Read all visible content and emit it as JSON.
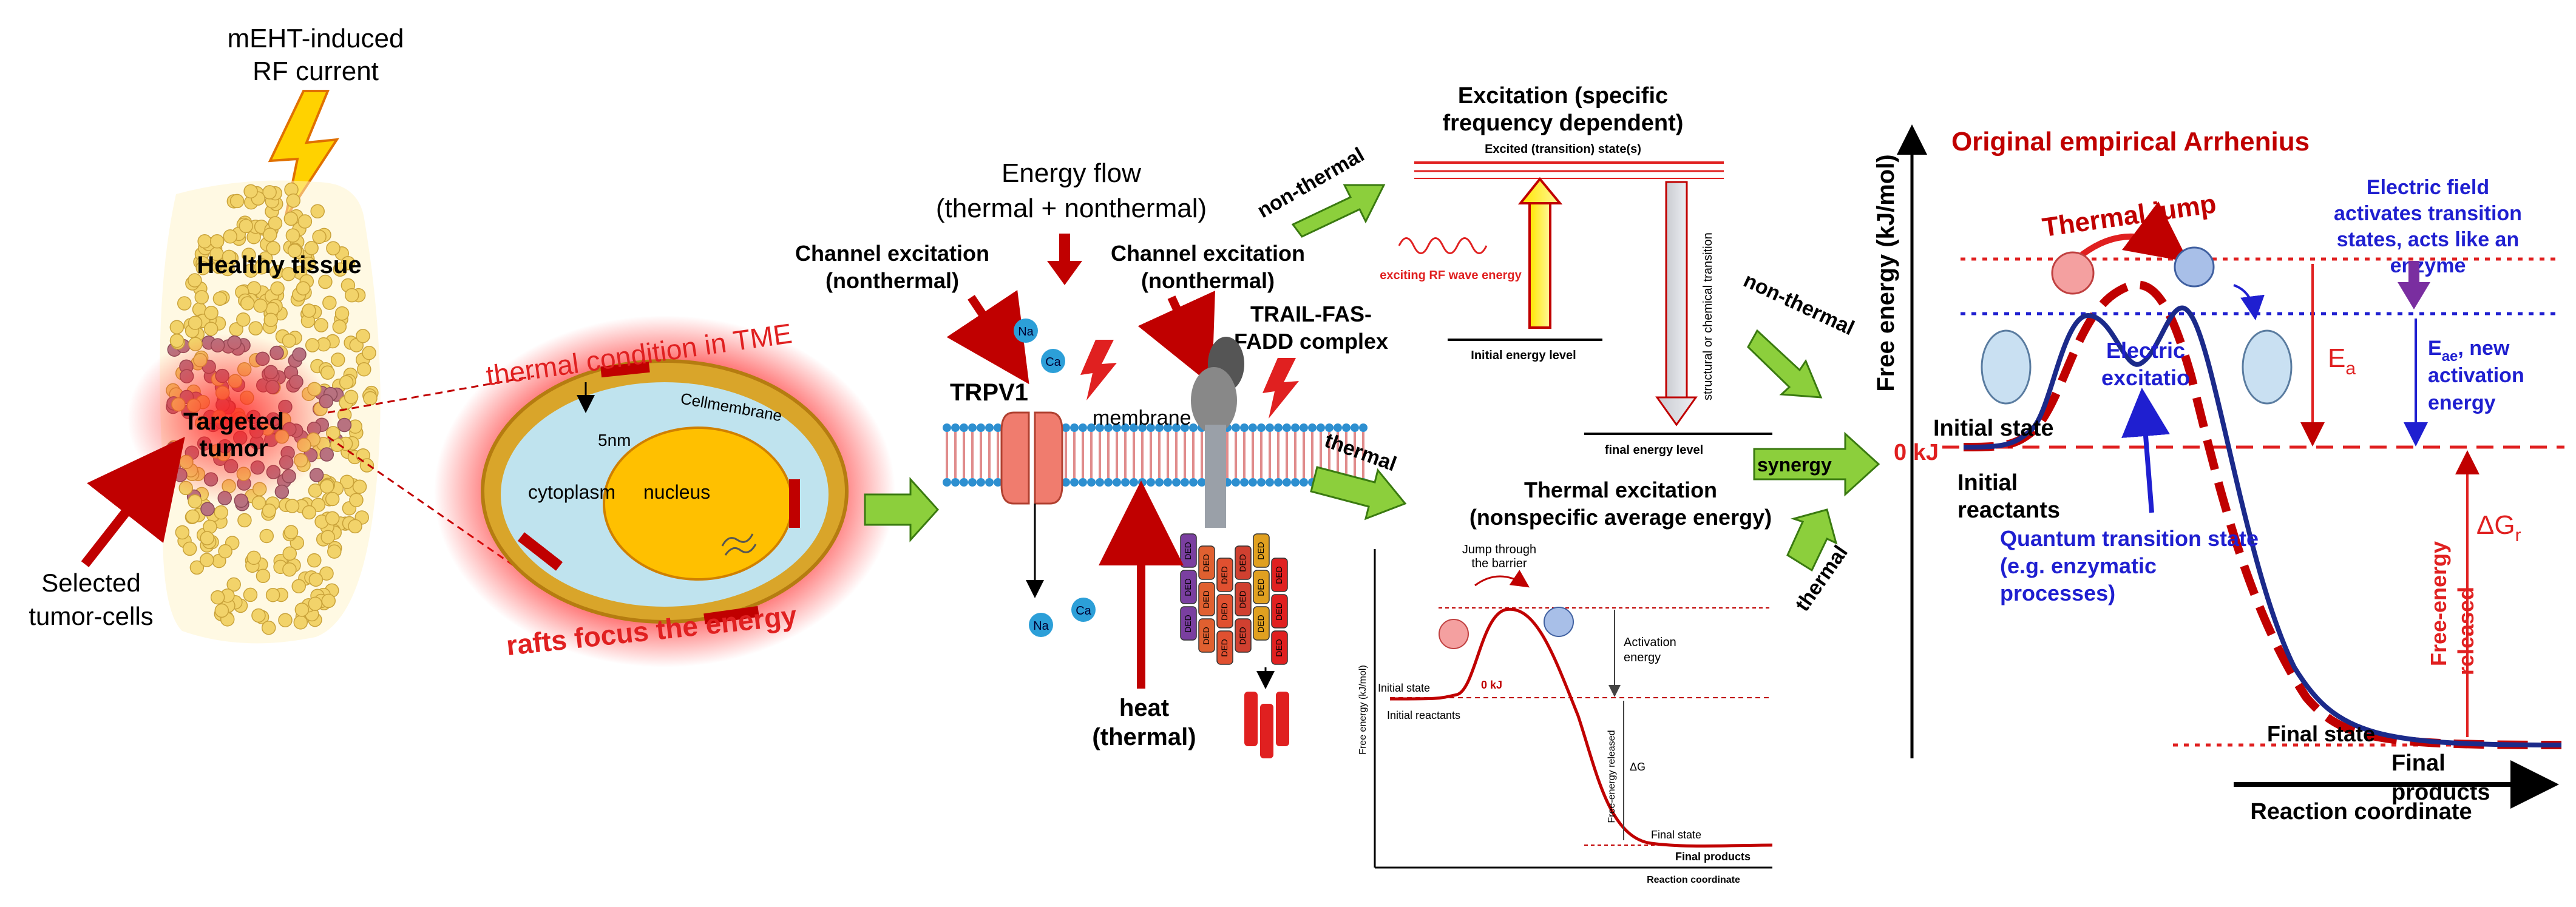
{
  "colors": {
    "dark_red": "#c00000",
    "red": "#e02020",
    "blue_text": "#1f1fd0",
    "navy": "#1b2a8a",
    "green_arrow": "#8ccf3c",
    "lightning": "#ffd200",
    "cyto": "#bfe3ee",
    "nucleus": "#ffc000",
    "membrane": "#e08c8c"
  },
  "left_panel": {
    "rf_title": "mEHT-induced",
    "rf_title2": "RF current",
    "healthy": "Healthy tissue",
    "targeted": "Targeted",
    "targeted2": "tumor",
    "selected": "Selected",
    "selected2": "tumor-cells",
    "tme": "thermal condition in TME",
    "rafts": "rafts focus the energy",
    "cell_membrane": "Cellmembrane",
    "five_nm": "5nm",
    "cytoplasm": "cytoplasm",
    "nucleus": "nucleus"
  },
  "middle_panel": {
    "energy_flow": "Energy flow",
    "energy_flow2": "(thermal + nonthermal)",
    "channel_left": "Channel excitation",
    "channel_left2": "(nonthermal)",
    "channel_right": "Channel excitation",
    "channel_right2": "(nonthermal)",
    "trail": "TRAIL-FAS-",
    "trail2": "FADD complex",
    "trpv1": "TRPV1",
    "membrane": "membrane",
    "na": "Na",
    "ca": "Ca",
    "heat": "heat",
    "heat2": "(thermal)",
    "ded": "DED"
  },
  "arrows": {
    "non_thermal": "non-thermal",
    "thermal": "thermal",
    "non_thermal2": "non-thermal",
    "thermal2": "thermal",
    "synergy": "synergy"
  },
  "excitation_box": {
    "title": "Excitation (specific",
    "title2": "frequency dependent)",
    "excited_state": "Excited (transition) state(s)",
    "rf_wave": "exciting RF wave energy",
    "initial_level": "Initial  energy level",
    "structural": "structural or chemical transition",
    "final_level": "final energy level"
  },
  "thermal_box": {
    "title": "Thermal excitation",
    "title2": "(nonspecific average energy)",
    "jump": "Jump through",
    "jump2": "the barrier",
    "activation": "Activation",
    "activation2": "energy",
    "initial_state": "Initial state",
    "initial_reactants": "Initial reactants",
    "zero_kj": "0 kJ",
    "free_energy_released": "Free-energy released",
    "dg": "ΔG",
    "final_state": "Final state",
    "final_products": "Final products",
    "ylabel": "Free energy (kJ/mol)",
    "xlabel": "Reaction coordinate"
  },
  "arrhenius": {
    "title": "Original empirical Arrhenius",
    "thermal_jump": "Thermal jump",
    "ylabel": "Free energy (kJ/mol)",
    "xlabel": "Reaction coordinate",
    "initial_state": "Initial  state",
    "zero_kj": "0 kJ",
    "initial_reactants": "Initial",
    "initial_reactants2": "reactants",
    "electric_excitation": "Electric",
    "electric_excitation2": "excitatio",
    "quantum": "Quantum transition state",
    "quantum2": "(e.g. enzymatic",
    "quantum3": "processes)",
    "efield": "Electric field",
    "efield2": "activates transition",
    "efield3": "states, acts like an",
    "efield4": "enzyme",
    "ea": "E",
    "ea_sub": "a",
    "eae": "E",
    "eae_sub": "ae",
    "eae_text": ", new",
    "eae_text2": "activation",
    "eae_text3": "energy",
    "dg": "ΔG",
    "dg_sub": "r",
    "free_energy_released": "Free-energy",
    "free_energy_released2": "released",
    "final_state": "Final state",
    "final_products": "Final",
    "final_products2": "products"
  }
}
